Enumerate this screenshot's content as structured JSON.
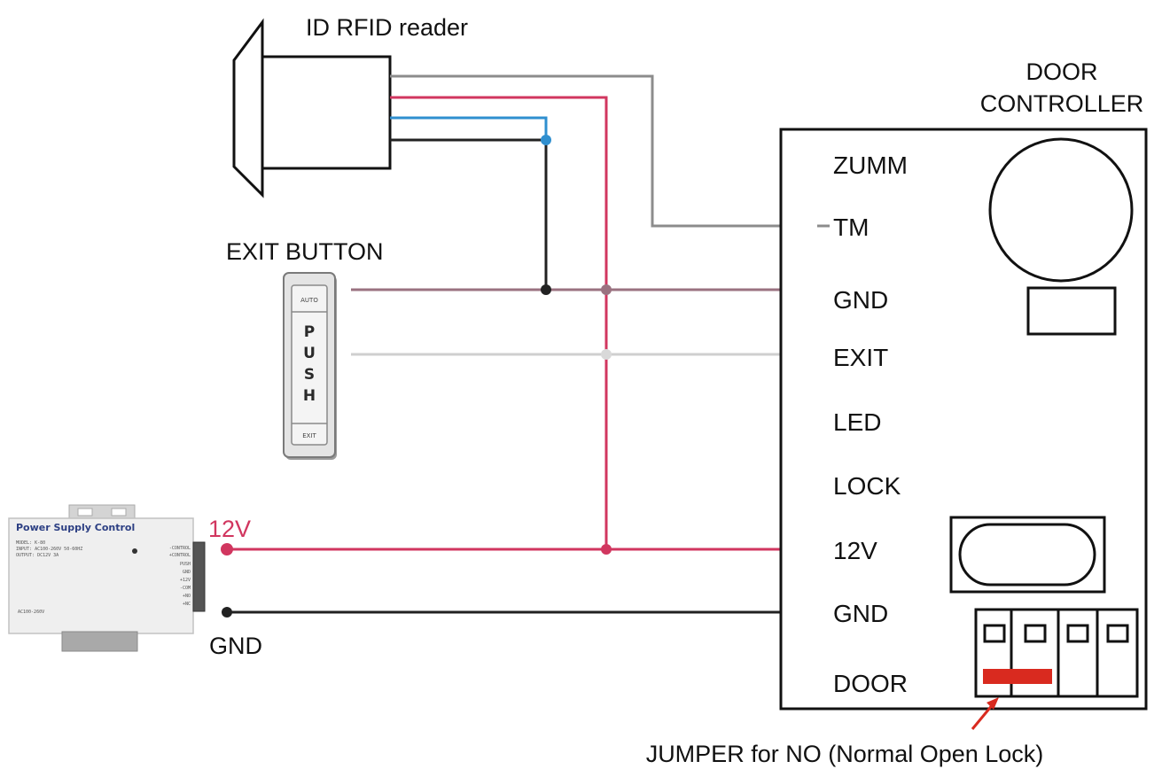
{
  "reader_label": "ID RFID reader",
  "controller_label": [
    "DOOR",
    "CONTROLLER"
  ],
  "exit_button_label": "EXIT BUTTON",
  "exit_button_face": {
    "top_text": "AUTO",
    "letters": [
      "P",
      "U",
      "S",
      "H"
    ],
    "bottom_text": "EXIT"
  },
  "terminals": [
    "ZUMM",
    "TM",
    "GND",
    "EXIT",
    "LED",
    "LOCK",
    "12V",
    "GND",
    "DOOR"
  ],
  "power_12v_label": "12V",
  "power_gnd_label": "GND",
  "psu": {
    "title": "Power Supply Control",
    "model_lines": [
      "MODEL: K-80",
      "INPUT: AC100-260V 50-60HZ",
      "OUTPUT: DC12V 3A"
    ],
    "ac_text": "AC100-260V",
    "terminal_labels": [
      "-CONTROL",
      "+CONTROL",
      "PUSH",
      "GND",
      "+12V",
      "-COM",
      "+NO",
      "+NC"
    ]
  },
  "jumper_note": "JUMPER for NO (Normal Open Lock)",
  "colors": {
    "red_wire": "#d1365f",
    "gray_wire": "#8c8c8c",
    "blue_wire": "#2f8fcf",
    "black_wire": "#222222",
    "mauve_wire": "#9a7280",
    "light_wire": "#cfcfcf",
    "jumper": "#d92a1f"
  }
}
